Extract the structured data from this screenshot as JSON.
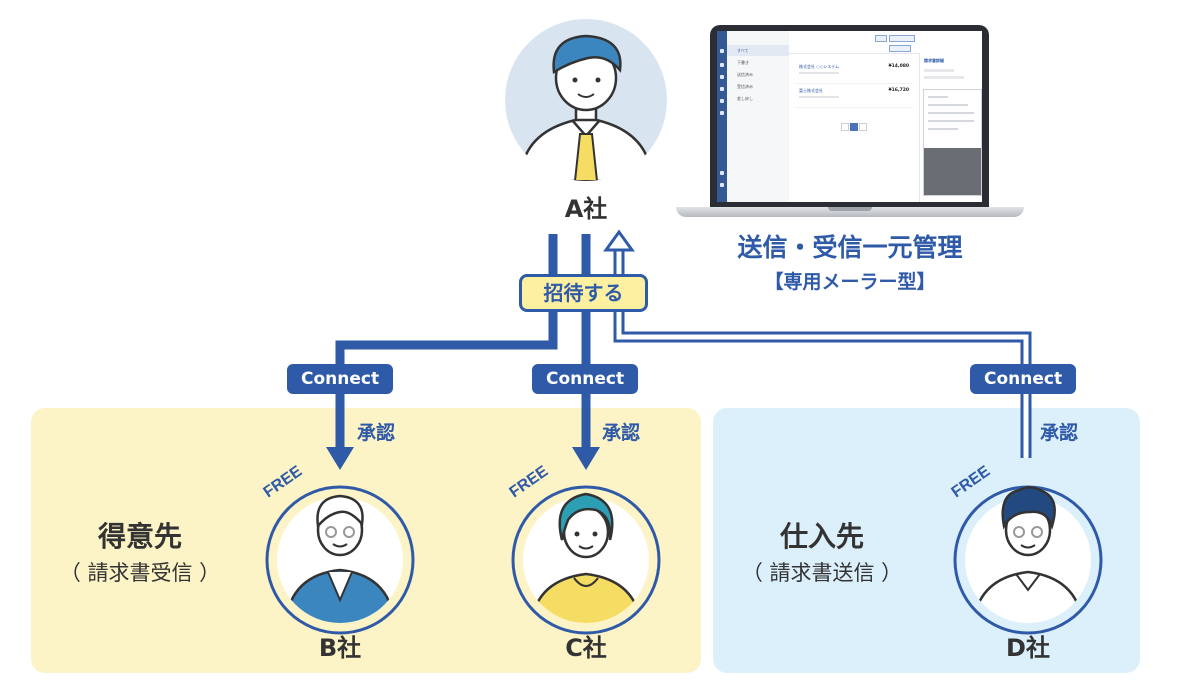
{
  "companies": {
    "a": "A社",
    "b": "B社",
    "c": "C社",
    "d": "D社"
  },
  "groups": {
    "customer": {
      "title": "得意先",
      "subtitle": "（ 請求書受信 ）"
    },
    "supplier": {
      "title": "仕入先",
      "subtitle": "（ 請求書送信 ）"
    }
  },
  "invite_button": "招待する",
  "connect_label": "Connect",
  "approve_label": "承認",
  "free_label": "FREE",
  "feature": {
    "title": "送信・受信一元管理",
    "subtitle": "【専用メーラー型】"
  },
  "colors": {
    "primary": "#2f5aa8",
    "customer_panel": "#fcf3c6",
    "supplier_panel": "#dcf0fb",
    "invite_fill": "#fdf0a0"
  },
  "icons": [
    "person-avatar-icon",
    "laptop-icon",
    "arrow-down-icon",
    "arrow-up-outline-icon"
  ],
  "laptop_app": {
    "nav_items": [
      "すべて",
      "下書き",
      "送信済み",
      "受信済み",
      "差し戻し"
    ],
    "rows": [
      {
        "name": "株式会社 ○○システム",
        "amount": "¥14,080"
      },
      {
        "name": "富士株式会社",
        "amount": "¥16,720"
      }
    ],
    "detail_title": "請求書詳細"
  }
}
